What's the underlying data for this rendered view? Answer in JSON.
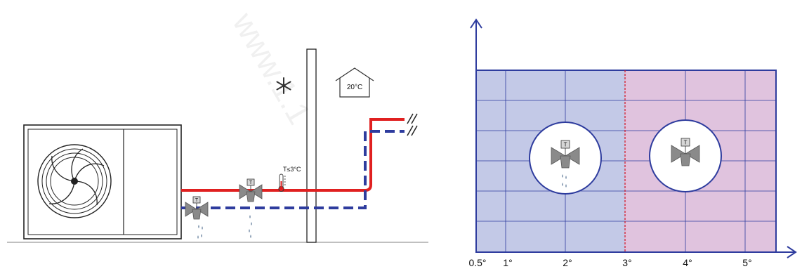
{
  "installation": {
    "house_temperature": "20°C",
    "sensor_label": "T≤3°C",
    "valve_letter": "T",
    "watermark": "www.1.1"
  },
  "scale": {
    "ticks": [
      "0.5°",
      "1°",
      "2°",
      "3°",
      "4°",
      "5°"
    ],
    "valve_letter": "T"
  },
  "colors": {
    "flow_pipe": "#e02020",
    "return_pipe": "#2e3c9e",
    "zone_left": "#c3c9e7",
    "zone_right": "#e0c3de",
    "axis": "#2e3c9e",
    "divider": "#d21f2f",
    "valve_grey": "#8a8a8a"
  },
  "icons": [
    "fan-icon",
    "snowflake-icon",
    "house-icon",
    "thermometer-icon",
    "valve-icon",
    "water-drops-icon",
    "pipe-break-icon"
  ]
}
